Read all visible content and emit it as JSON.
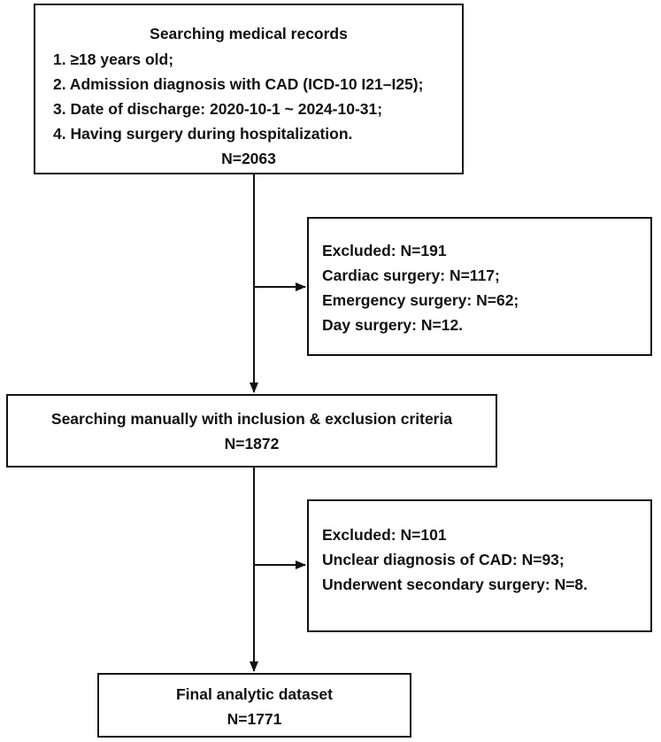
{
  "search_box": {
    "title": "Searching medical records",
    "criteria": [
      "1. ≥18 years old;",
      "2. Admission diagnosis with CAD (ICD-10 I21–I25);",
      "3. Date of discharge: 2020-10-1 ~ 2024-10-31;",
      "4. Having surgery during hospitalization."
    ],
    "count": "N=2063"
  },
  "exclusion_1": {
    "lines": [
      "Excluded: N=191",
      "Cardiac surgery: N=117;",
      "Emergency surgery: N=62;",
      "Day surgery: N=12."
    ]
  },
  "manual_box": {
    "title": "Searching manually with inclusion & exclusion criteria",
    "count": "N=1872"
  },
  "exclusion_2": {
    "lines": [
      "Excluded: N=101",
      "Unclear diagnosis of CAD: N=93;",
      "Underwent secondary surgery: N=8."
    ]
  },
  "final_box": {
    "title": "Final analytic dataset",
    "count": "N=1771"
  },
  "colors": {
    "stroke": "#111111",
    "background": "#ffffff"
  }
}
